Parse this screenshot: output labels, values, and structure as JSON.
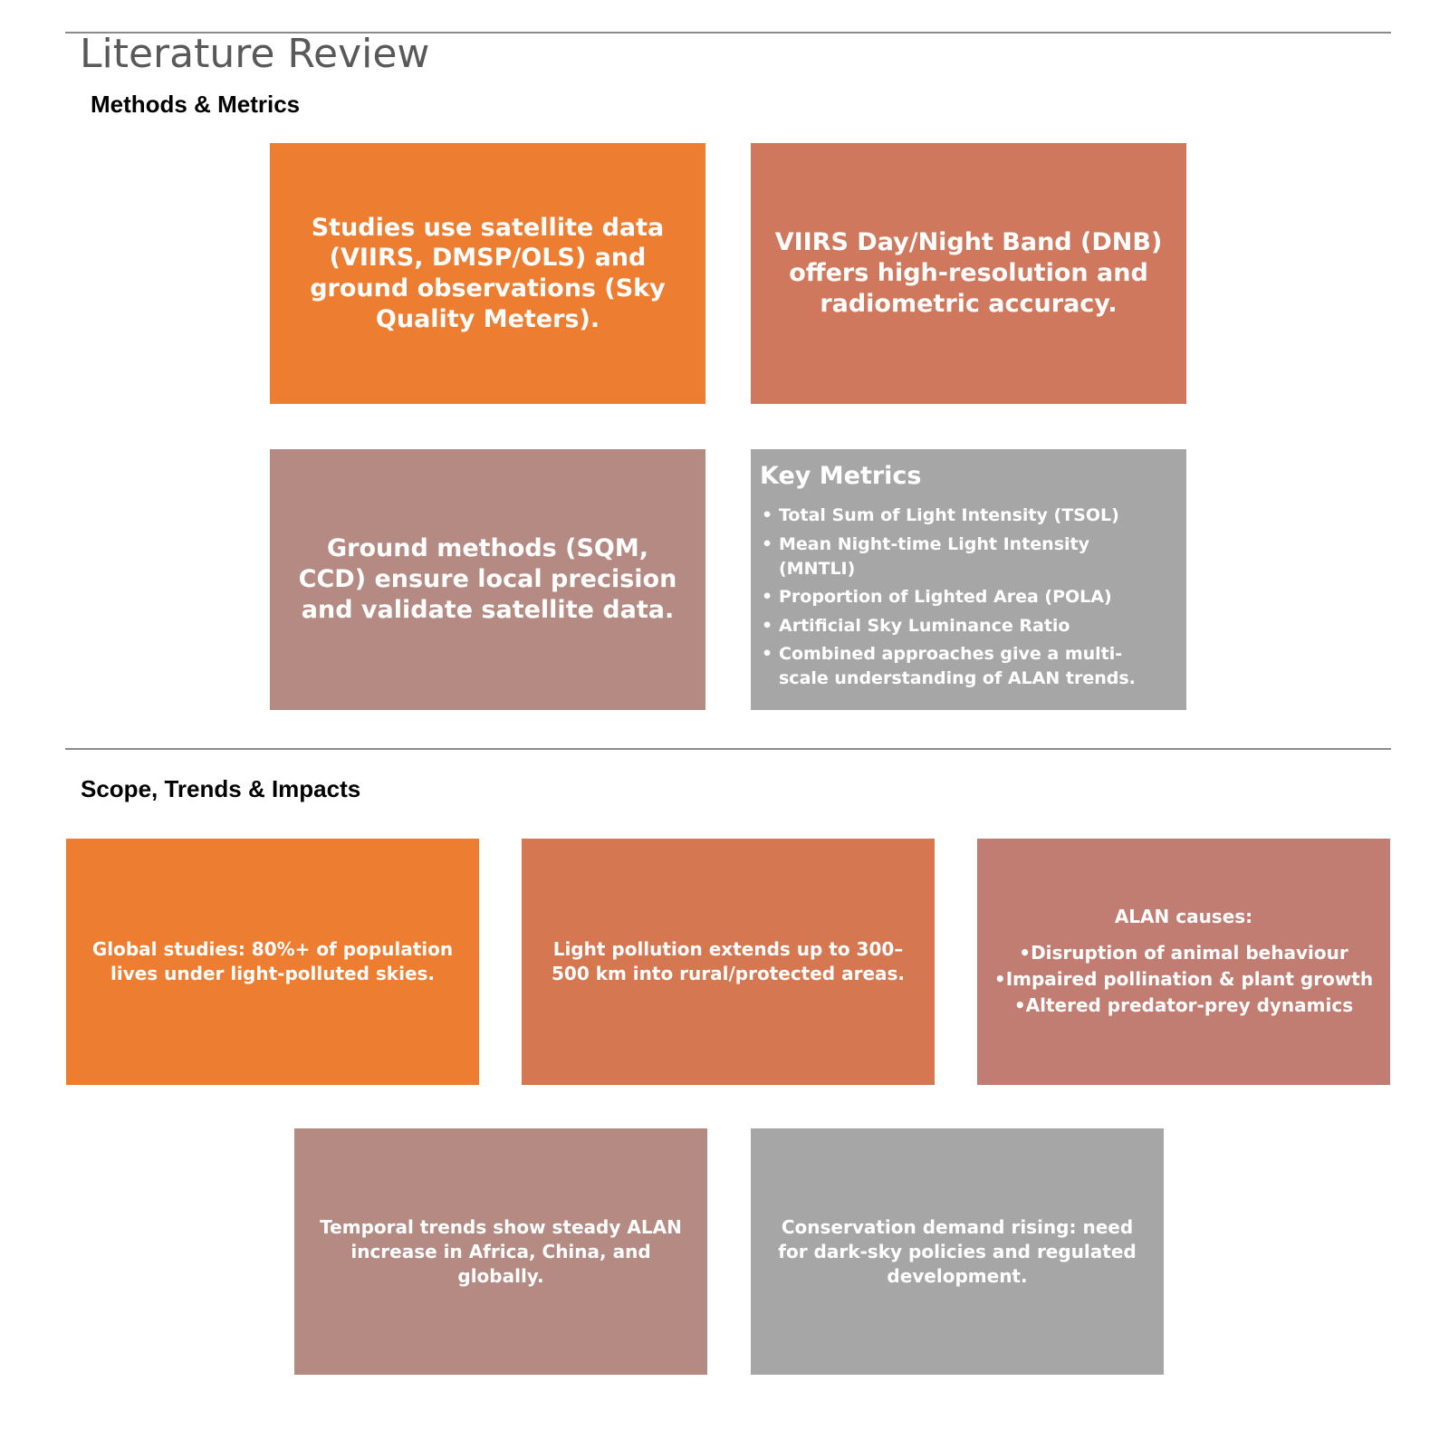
{
  "page": {
    "title": "Literature Review"
  },
  "methods": {
    "title": "Methods & Metrics",
    "cards": {
      "satellite": "Studies use satellite data (VIIRS, DMSP/OLS) and ground observations (Sky Quality Meters).",
      "viirs": "VIIRS Day/Night Band (DNB) offers high-resolution and radiometric accuracy.",
      "ground": "Ground methods (SQM, CCD) ensure local precision and validate satellite data."
    },
    "key_metrics": {
      "heading": "Key Metrics",
      "items": [
        "Total Sum of Light Intensity (TSOL)",
        "Mean Night-time Light Intensity (MNTLI)",
        "Proportion of Lighted Area (POLA)",
        "Artificial Sky Luminance Ratio",
        "Combined approaches give a multi-scale understanding of ALAN trends."
      ]
    }
  },
  "scope": {
    "title": "Scope, Trends & Impacts",
    "cards": {
      "global": "Global studies: 80%+ of population lives under light-polluted skies.",
      "extent": "Light pollution extends up to 300–500 km into rural/protected areas.",
      "temporal": "Temporal trends show steady ALAN increase in Africa, China, and globally.",
      "conservation": "Conservation demand rising: need for dark-sky policies and regulated development."
    },
    "alan_causes": {
      "heading": "ALAN causes:",
      "items": [
        "Disruption of animal behaviour",
        "Impaired pollination & plant growth",
        "Altered predator-prey dynamics"
      ]
    }
  },
  "colors": {
    "orange": "#ed7d31",
    "terracotta": "#d0785d",
    "rust": "#d57751",
    "rose": "#c17d72",
    "mauve": "#b48a82",
    "gray": "#a6a6a6",
    "rule": "#8a8a8a"
  }
}
